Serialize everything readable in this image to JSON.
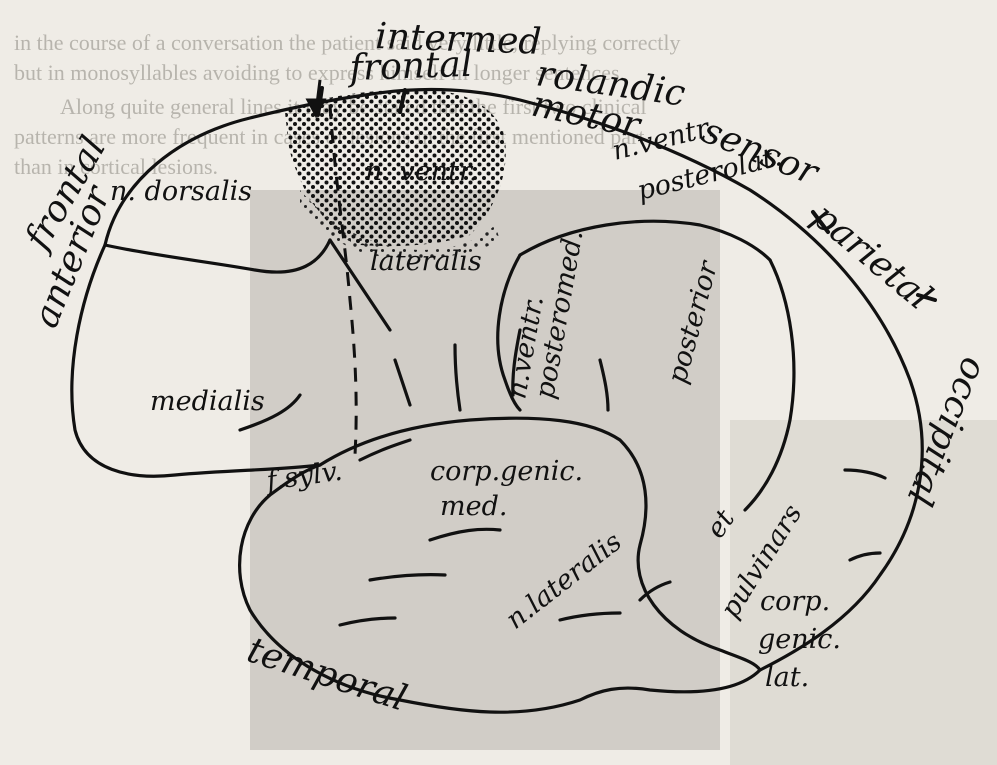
{
  "background_text": {
    "line1": "in the course of a conversation the patient said very little, replying correctly",
    "line2": "but in monosyllables avoiding to express himself in longer sentences.",
    "line3": "Along quite general lines it may be stated that the first two clinical",
    "line4": "patterns are more frequent in cases of lesions in the first mentioned part",
    "line5": "than in cortical lesions."
  },
  "diagram": {
    "regions": {
      "anterior": "anterior",
      "frontal_left": "frontal",
      "frontal_top": "frontal",
      "intermed": "intermed",
      "rolandic": "rolandic",
      "motor": "motor",
      "sensor": "sensor",
      "parietal": "parietal",
      "occipital": "occipital",
      "temporal": "temporal"
    },
    "nuclei": {
      "n_dorsalis": "n. dorsalis",
      "medialis": "medialis",
      "lateralis": "lateralis",
      "n_ventr": "n. ventr.",
      "n_ventr_posterolat_1": "n.ventr.",
      "n_ventr_posterolat_2": "posterolat.",
      "n_ventr_posteromed_1": "n.ventr.",
      "n_ventr_posteromed_2": "posteromed.",
      "posterior": "posterior",
      "f_sylv": "f.sylv.",
      "corp_genic_med_1": "corp.genic.",
      "corp_genic_med_2": "med.",
      "n_lateralis_posterior": "n.lateralis",
      "et": "et",
      "pulvinars": "pulvinars",
      "corp_genic_lat_1": "corp.",
      "corp_genic_lat_2": "genic.",
      "corp_genic_lat_3": "lat."
    }
  }
}
